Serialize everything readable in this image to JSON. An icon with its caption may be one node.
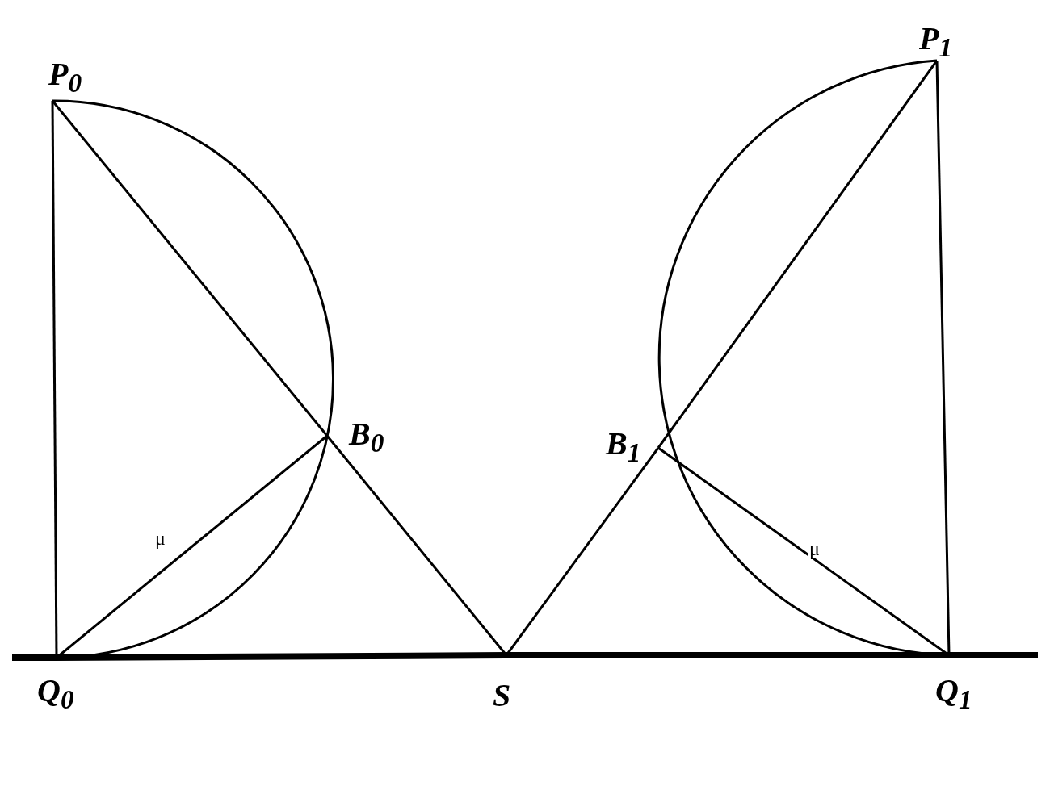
{
  "diagram": {
    "nodes": [
      {
        "text": [
          "P$_{0}$"
        ]
      },
      {
        "text": [
          "B$_{0}$"
        ]
      },
      {
        "text": [
          "Q$_{0}$"
        ]
      },
      {
        "text": [
          "S"
        ]
      },
      {
        "text": [
          "B$_{1}$"
        ]
      },
      {
        "text": [
          "P$_{1}$"
        ]
      },
      {
        "text": [
          "Q$_{1}$"
        ]
      }
    ],
    "edges": [
      {
        "from": 0,
        "to": 2,
        "arrow": "none"
      },
      {
        "from": 0,
        "to": 1,
        "arrow": "none"
      },
      {
        "from": 1,
        "to": 3,
        "arrow": "none"
      },
      {
        "from": 2,
        "to": 1,
        "arrow": "none",
        "label": "μ"
      },
      {
        "from": 0,
        "to": 2,
        "arrow": "none"
      },
      {
        "from": 2,
        "to": 3,
        "arrow": "none",
        "style": "thick"
      },
      {
        "from": 3,
        "to": 4,
        "arrow": "none"
      },
      {
        "from": 4,
        "to": 5,
        "arrow": "none"
      },
      {
        "from": 5,
        "to": 6,
        "arrow": "none"
      },
      {
        "from": 4,
        "to": 6,
        "arrow": "none",
        "label": "μ"
      },
      {
        "from": 5,
        "to": 6,
        "arrow": "none"
      },
      {
        "from": 3,
        "to": 6,
        "arrow": "none",
        "style": "thick"
      }
    ]
  }
}
